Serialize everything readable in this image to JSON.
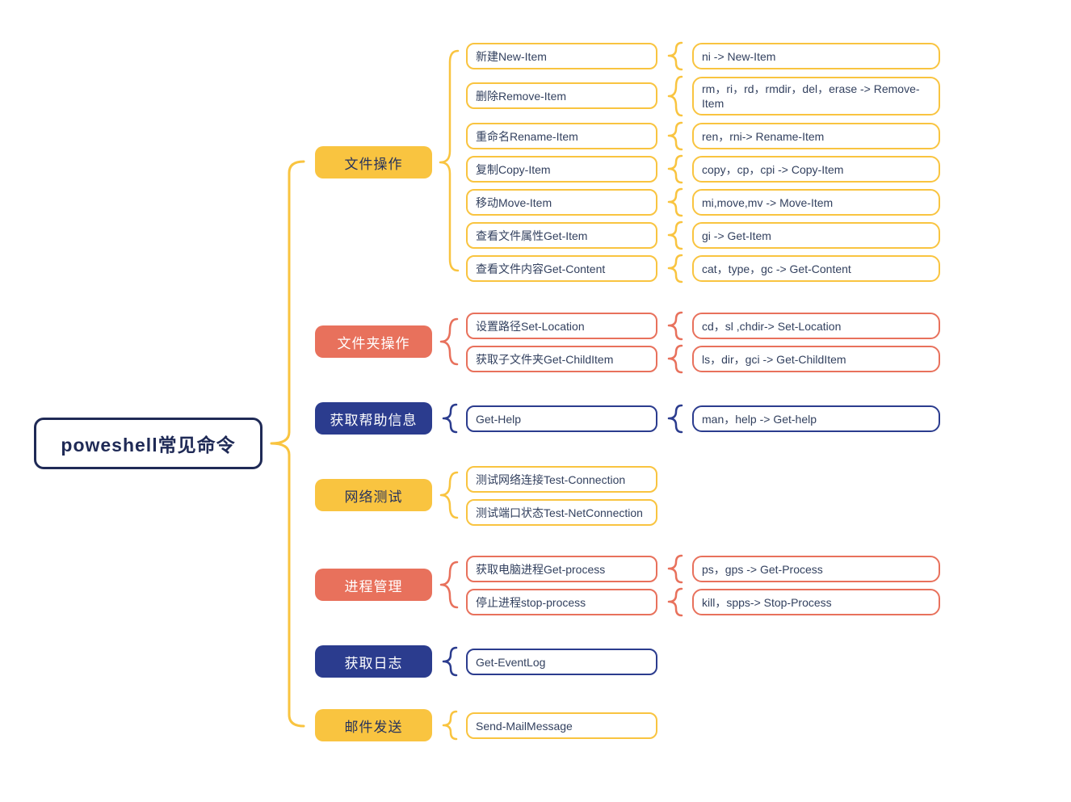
{
  "palette": {
    "yellow": "#f9c440",
    "red": "#e8715c",
    "navy": "#2b3c8e",
    "dark_navy": "#1f2a56",
    "box_text": "#33415f",
    "background": "#ffffff"
  },
  "root": {
    "label": "poweshell常见命令"
  },
  "branches": [
    {
      "label": "文件操作",
      "color": "yellow",
      "children": [
        {
          "label": "新建New-Item",
          "alias": "ni -> New-Item"
        },
        {
          "label": "删除Remove-Item",
          "alias": "rm，ri，rd，rmdir，del，erase -> Remove-Item"
        },
        {
          "label": "重命名Rename-Item",
          "alias": "ren，rni-> Rename-Item"
        },
        {
          "label": "复制Copy-Item",
          "alias": "copy，cp，cpi -> Copy-Item"
        },
        {
          "label": "移动Move-Item",
          "alias": "mi,move,mv -> Move-Item"
        },
        {
          "label": "查看文件属性Get-Item",
          "alias": "gi -> Get-Item"
        },
        {
          "label": "查看文件内容Get-Content",
          "alias": "cat，type，gc -> Get-Content"
        }
      ]
    },
    {
      "label": "文件夹操作",
      "color": "red",
      "children": [
        {
          "label": "设置路径Set-Location",
          "alias": "cd，sl ,chdir-> Set-Location"
        },
        {
          "label": "获取子文件夹Get-ChildItem",
          "alias": "ls，dir，gci -> Get-ChildItem"
        }
      ]
    },
    {
      "label": "获取帮助信息",
      "color": "navy",
      "children": [
        {
          "label": "Get-Help",
          "alias": "man，help -> Get-help"
        }
      ]
    },
    {
      "label": "网络测试",
      "color": "yellow",
      "children": [
        {
          "label": "测试网络连接Test-Connection"
        },
        {
          "label": "测试端口状态Test-NetConnection"
        }
      ]
    },
    {
      "label": "进程管理",
      "color": "red",
      "children": [
        {
          "label": "获取电脑进程Get-process",
          "alias": "ps，gps -> Get-Process"
        },
        {
          "label": "停止进程stop-process",
          "alias": "kill，spps-> Stop-Process"
        }
      ]
    },
    {
      "label": "获取日志",
      "color": "navy",
      "children": [
        {
          "label": "Get-EventLog"
        }
      ]
    },
    {
      "label": "邮件发送",
      "color": "yellow",
      "children": [
        {
          "label": "Send-MailMessage"
        }
      ]
    }
  ]
}
